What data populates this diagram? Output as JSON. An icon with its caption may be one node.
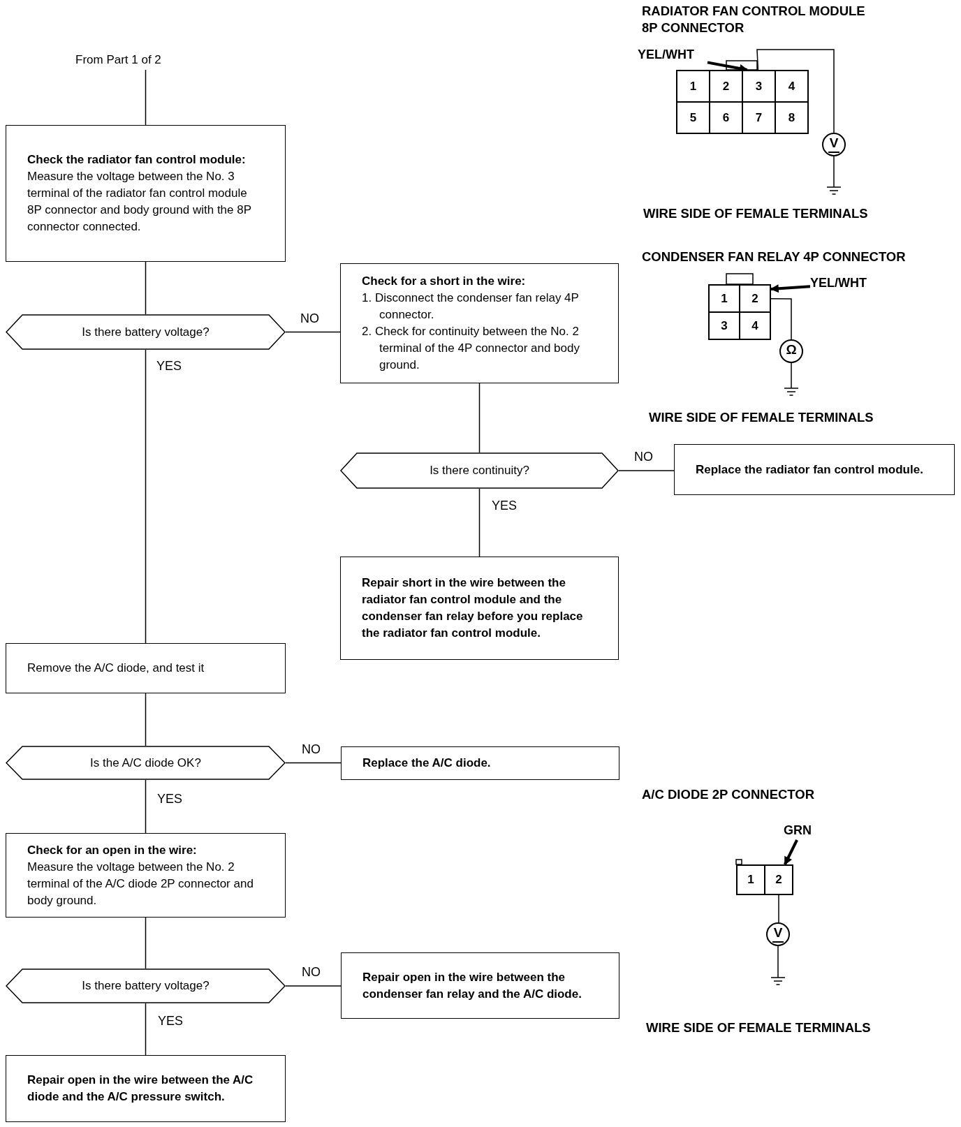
{
  "diagram": {
    "nodes": [
      {
        "text": [
          "From Part 1 of 2"
        ]
      },
      {
        "text": [
          "Check the radiator fan control module:",
          "Measure the voltage between the No. 3 terminal of the radiator fan control module 8P connector and body ground with the 8P connector connected."
        ]
      },
      {
        "text": [
          "Is there battery voltage?"
        ]
      },
      {
        "text": [
          "Check for a short in the wire:",
          "1. Disconnect the condenser fan relay 4P connector.",
          "2. Check for continuity between the No. 2 terminal of the 4P connector and body ground."
        ]
      },
      {
        "text": [
          "Is there continuity?"
        ]
      },
      {
        "text": [
          "Replace the radiator fan control module."
        ]
      },
      {
        "text": [
          "Repair short in the wire between the radiator fan control module and the condenser fan relay before you replace the radiator fan control module."
        ]
      },
      {
        "text": [
          "Remove the A/C diode, and test it"
        ]
      },
      {
        "text": [
          "Is the A/C diode OK?"
        ]
      },
      {
        "text": [
          "Replace the A/C diode."
        ]
      },
      {
        "text": [
          "Check for an open in the wire:",
          "Measure the voltage between the No. 2 terminal of the A/C diode 2P connector and body ground."
        ]
      },
      {
        "text": [
          "Is there battery voltage?"
        ]
      },
      {
        "text": [
          "Repair open in the wire between the condenser fan relay and the A/C diode."
        ]
      },
      {
        "text": [
          "Repair open in the wire between the A/C diode and the A/C pressure switch."
        ]
      },
      {
        "text": [
          "YEL/WHT"
        ]
      },
      {
        "text": [
          "YEL/WHT"
        ]
      },
      {
        "text": [
          "GRN"
        ]
      },
      {
        "text": [
          "1"
        ]
      },
      {
        "text": [
          "2"
        ]
      },
      {
        "text": [
          "3"
        ]
      },
      {
        "text": [
          "4"
        ]
      },
      {
        "text": [
          "5"
        ]
      },
      {
        "text": [
          "6"
        ]
      },
      {
        "text": [
          "7"
        ]
      },
      {
        "text": [
          "8"
        ]
      },
      {
        "text": [
          "1"
        ]
      },
      {
        "text": [
          "2"
        ]
      },
      {
        "text": [
          "3"
        ]
      },
      {
        "text": [
          "4"
        ]
      },
      {
        "text": [
          "1"
        ]
      },
      {
        "text": [
          "2"
        ]
      },
      {
        "text": [
          "V"
        ]
      },
      {
        "text": [
          "Ω"
        ]
      },
      {
        "text": [
          "V"
        ]
      }
    ],
    "edges": [
      {
        "from": 0,
        "to": 1,
        "arrow": "none"
      },
      {
        "from": 1,
        "to": 2,
        "arrow": "none"
      },
      {
        "from": 2,
        "to": 3,
        "arrow": "none",
        "label": "NO"
      },
      {
        "from": 2,
        "to": 7,
        "arrow": "none",
        "label": "YES"
      },
      {
        "from": 3,
        "to": 4,
        "arrow": "none"
      },
      {
        "from": 4,
        "to": 5,
        "arrow": "none",
        "label": "NO"
      },
      {
        "from": 4,
        "to": 6,
        "arrow": "none",
        "label": "YES"
      },
      {
        "from": 7,
        "to": 8,
        "arrow": "none"
      },
      {
        "from": 8,
        "to": 9,
        "arrow": "none",
        "label": "NO"
      },
      {
        "from": 8,
        "to": 10,
        "arrow": "none",
        "label": "YES"
      },
      {
        "from": 10,
        "to": 11,
        "arrow": "none"
      },
      {
        "from": 11,
        "to": 12,
        "arrow": "none",
        "label": "NO"
      },
      {
        "from": 11,
        "to": 13,
        "arrow": "none",
        "label": "YES"
      },
      {
        "from": 14,
        "to": 19,
        "arrow": "to",
        "style": "thick"
      },
      {
        "from": 15,
        "to": 26,
        "arrow": "to",
        "style": "thick"
      },
      {
        "from": 16,
        "to": 30,
        "arrow": "to",
        "style": "thick"
      },
      {
        "from": 19,
        "to": 31,
        "arrow": "none"
      },
      {
        "from": 26,
        "to": 32,
        "arrow": "none"
      },
      {
        "from": 30,
        "to": 33,
        "arrow": "none"
      }
    ],
    "labels": [
      "RADIATOR FAN CONTROL MODULE 8P CONNECTOR",
      "WIRE SIDE OF FEMALE TERMINALS",
      "CONDENSER FAN RELAY 4P CONNECTOR",
      "WIRE SIDE OF FEMALE TERMINALS",
      "A/C DIODE 2P CONNECTOR",
      "WIRE SIDE OF FEMALE TERMINALS"
    ]
  }
}
